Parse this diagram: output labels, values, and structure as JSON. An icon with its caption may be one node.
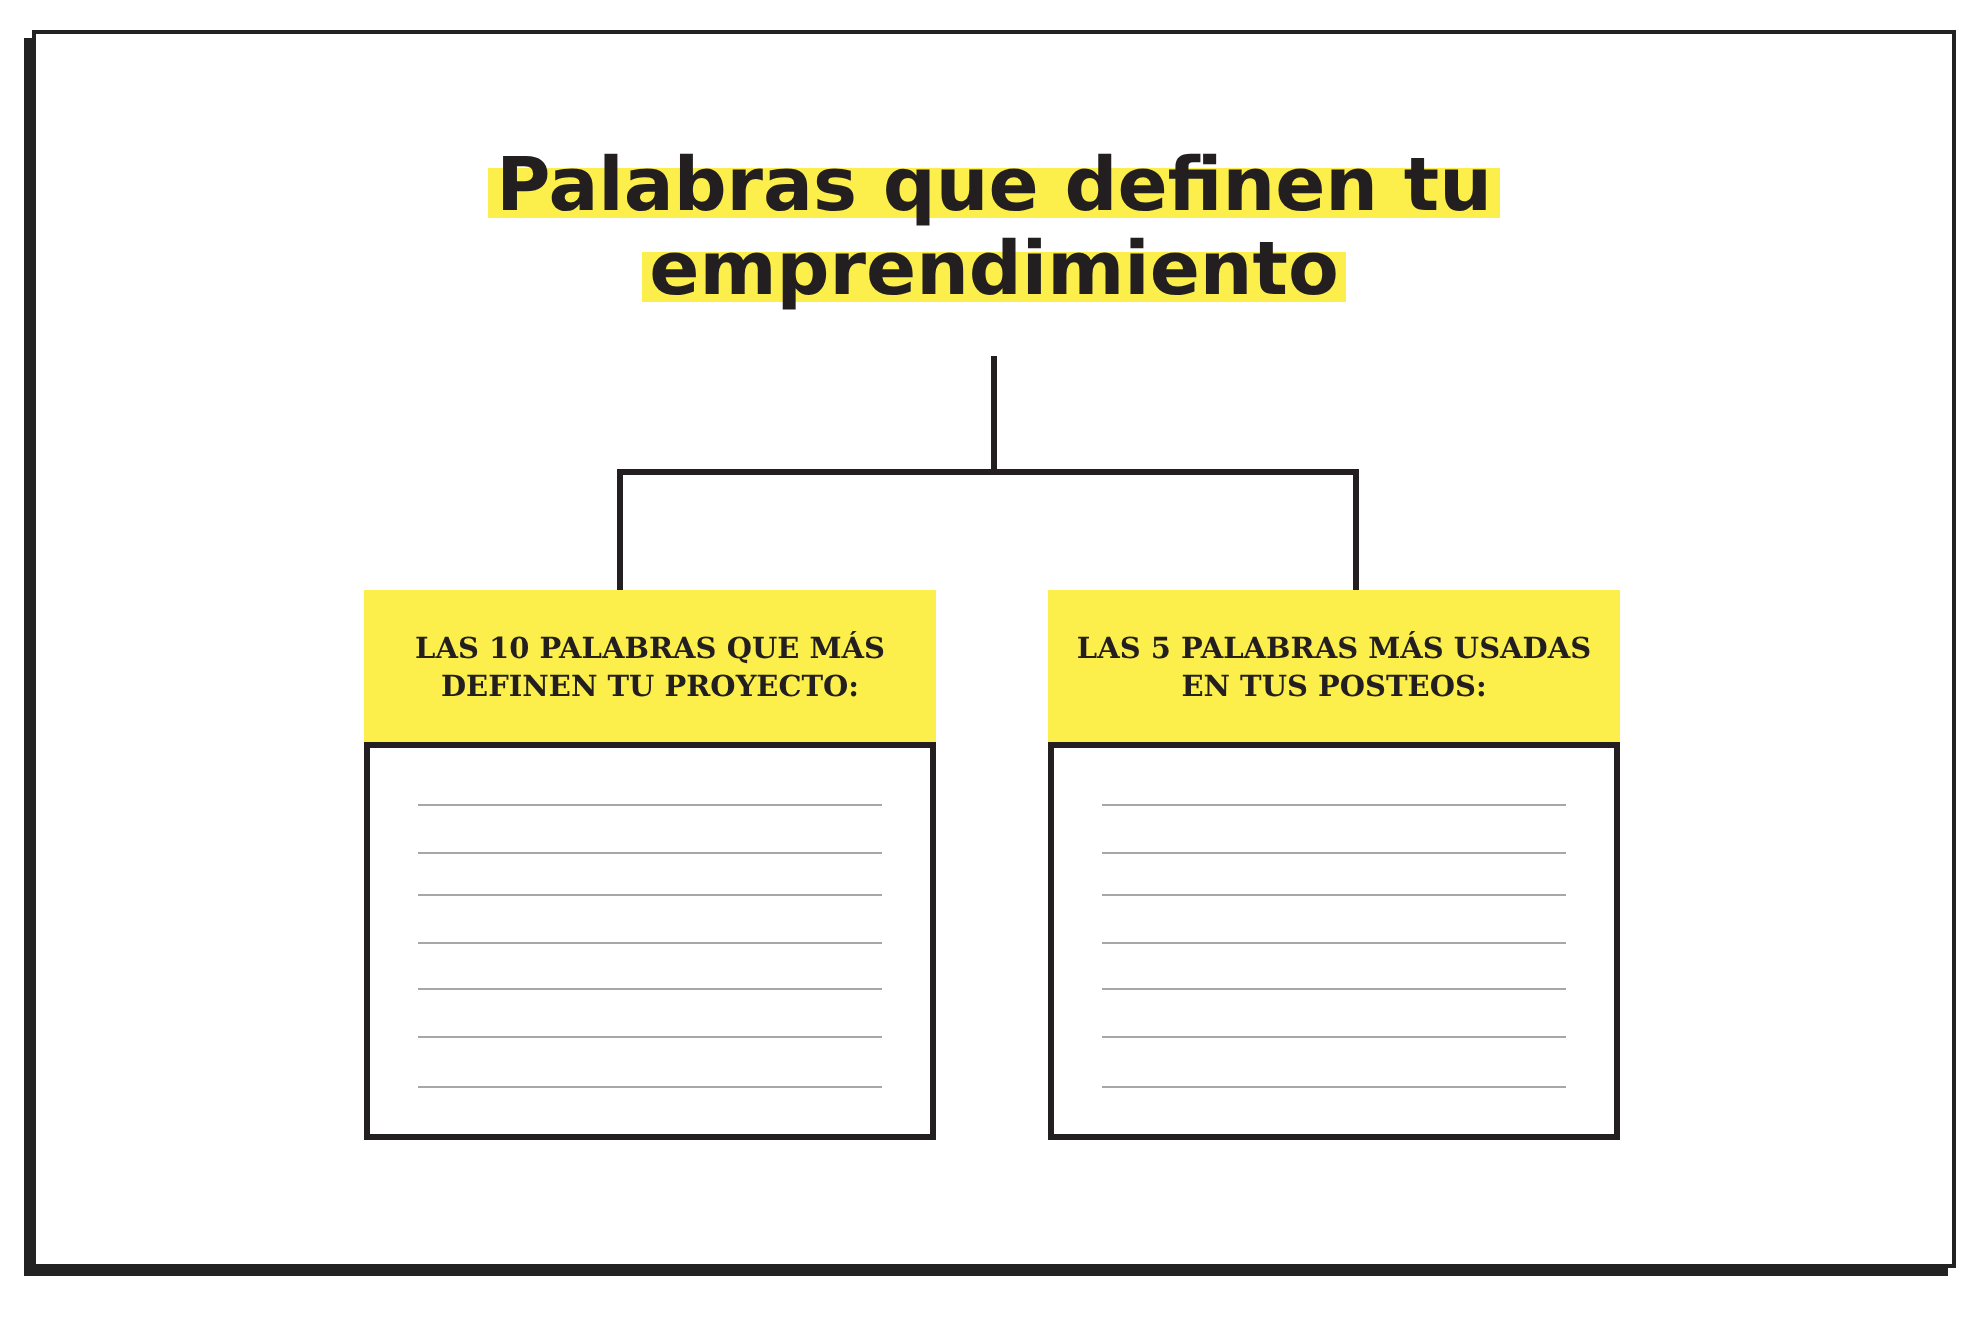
{
  "diagram": {
    "nodes": [
      {
        "text": [
          "Palabras que definen tu emprendimiento"
        ]
      },
      {
        "text": [
          "LAS 10 PALABRAS QUE MÁS DEFINEN TU PROYECTO:"
        ]
      },
      {
        "text": [
          "LAS 5 PALABRAS MÁS USADAS EN TUS POSTEOS:"
        ]
      }
    ],
    "edges": [
      {
        "from": 0,
        "to": 1,
        "arrow": "none"
      },
      {
        "from": 0,
        "to": 2,
        "arrow": "none"
      }
    ]
  }
}
